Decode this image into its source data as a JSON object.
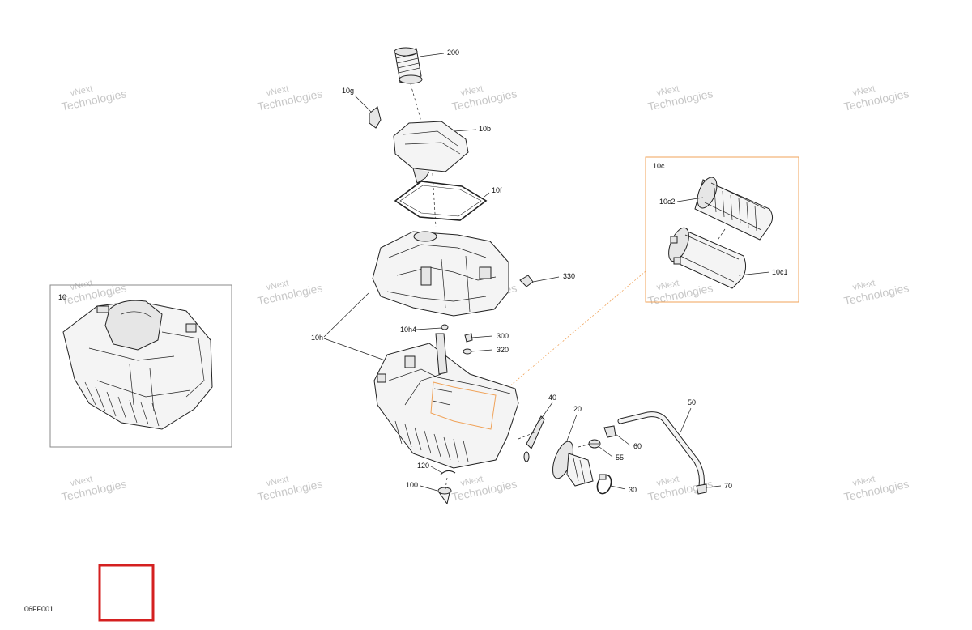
{
  "watermark": {
    "line1": "vNext",
    "line2": "Technologies"
  },
  "figure_code": "06FF001",
  "colors": {
    "inset_border": "#f0a35a",
    "marker_box": "#d42020",
    "line": "#222222",
    "watermark": "#9a9a9a"
  },
  "callouts": {
    "c200": "200",
    "c10g": "10g",
    "c10b": "10b",
    "c10f": "10f",
    "c330": "330",
    "c10h": "10h",
    "c10h4": "10h4",
    "c300": "300",
    "c320": "320",
    "c40": "40",
    "c20": "20",
    "c50": "50",
    "c60": "60",
    "c55": "55",
    "c120": "120",
    "c100": "100",
    "c30": "30",
    "c70": "70"
  },
  "assembly_inset": {
    "label": "10"
  },
  "filter_inset": {
    "label": "10c",
    "c10c2": "10c2",
    "c10c1": "10c1"
  }
}
